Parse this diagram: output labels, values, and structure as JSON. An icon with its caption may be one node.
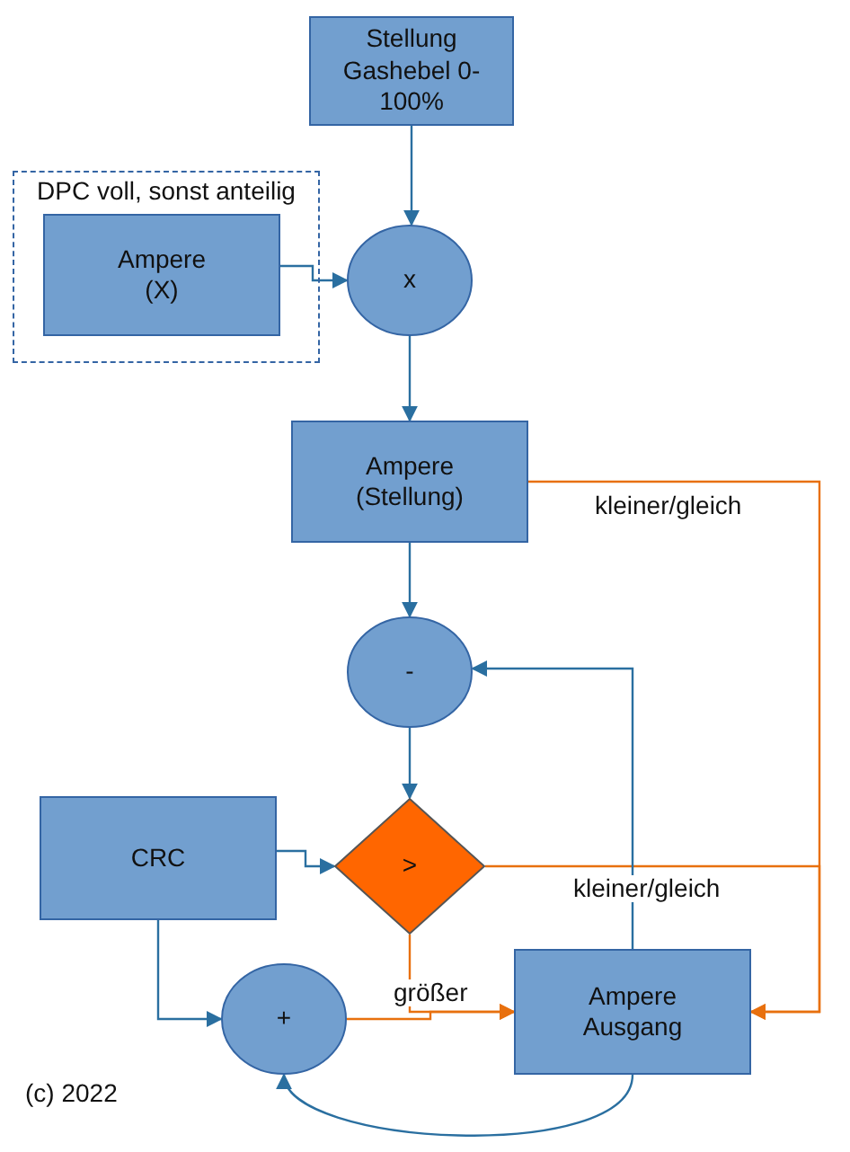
{
  "diagram": {
    "nodes": [
      {
        "text": [
          "Stellung Gashebel 0-100%"
        ]
      },
      {
        "text": [
          "DPC voll, sonst anteilig"
        ]
      },
      {
        "text": [
          "Ampere (X)"
        ],
        "in": 1
      },
      {
        "text": [
          "x"
        ]
      },
      {
        "text": [
          "Ampere (Stellung)"
        ]
      },
      {
        "text": [
          "-"
        ]
      },
      {
        "text": [
          ">"
        ]
      },
      {
        "text": [
          "CRC"
        ]
      },
      {
        "text": [
          "+"
        ]
      },
      {
        "text": [
          "Ampere Ausgang"
        ]
      }
    ],
    "edges": [
      {
        "from": 0,
        "to": 3,
        "arrow": "to"
      },
      {
        "from": 2,
        "to": 3,
        "arrow": "to"
      },
      {
        "from": 3,
        "to": 4,
        "arrow": "to"
      },
      {
        "from": 4,
        "to": 5,
        "arrow": "to"
      },
      {
        "from": 5,
        "to": 6,
        "arrow": "to"
      },
      {
        "from": 7,
        "to": 6,
        "arrow": "to"
      },
      {
        "from": 7,
        "to": 8,
        "arrow": "to"
      },
      {
        "from": 6,
        "to": 9,
        "arrow": "to",
        "label": "größer",
        "color": "#e8700e"
      },
      {
        "from": 8,
        "to": 9,
        "arrow": "to",
        "color": "#e8700e"
      },
      {
        "from": 4,
        "to": 9,
        "arrow": "to",
        "label": "kleiner/gleich",
        "color": "#e8700e"
      },
      {
        "from": 6,
        "to": 9,
        "arrow": "to",
        "label": "kleiner/gleich",
        "color": "#e8700e"
      },
      {
        "from": 9,
        "to": 5,
        "arrow": "to"
      },
      {
        "from": 9,
        "to": 8,
        "arrow": "to"
      }
    ],
    "labels": [
      "(c) 2022"
    ]
  }
}
